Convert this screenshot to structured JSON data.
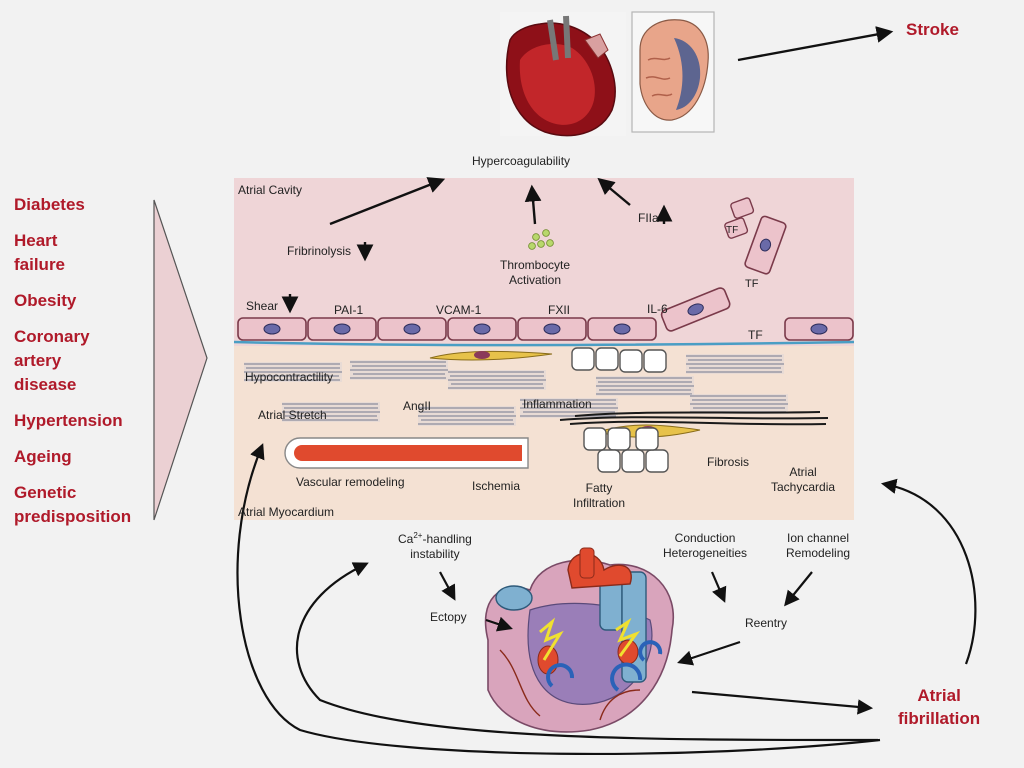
{
  "stroke_label": "Stroke",
  "risk_factors": [
    "Diabetes",
    "Heart\nfailure",
    "Obesity",
    "Coronary\nartery\ndisease",
    "Hypertension",
    "Ageing",
    "Genetic\npredisposition"
  ],
  "cavity": {
    "region_label": "Atrial Cavity",
    "hypercoagulability": "Hypercoagulability",
    "fibrinolysis": "Fribrinolysis",
    "thrombocyte": "Thrombocyte\nActivation",
    "fiia": "FIIa",
    "tf": "TF"
  },
  "endothelium": {
    "shear": "Shear",
    "pai1": "PAI-1",
    "vcam1": "VCAM-1",
    "fxii": "FXII",
    "il6": "IL-6",
    "tf": "TF"
  },
  "myocardium": {
    "region_label": "Atrial Myocardium",
    "hypocontractility": "Hypocontractility",
    "atrial_stretch": "Atrial Stretch",
    "angii": "AngII",
    "inflammation": "Inflammation",
    "vascular_remodeling": "Vascular remodeling",
    "ischemia": "Ischemia",
    "fatty_infiltration": "Fatty\nInfiltration",
    "fibrosis": "Fibrosis",
    "atrial_tachycardia": "Atrial\nTachycardia"
  },
  "mechanisms": {
    "ca_prefix": "Ca",
    "ca_sup": "2+",
    "ca_suffix": "-handling\ninstability",
    "ectopy": "Ectopy",
    "conduction": "Conduction\nHeterogeneities",
    "ion_channel": "Ion channel\nRemodeling",
    "reentry": "Reentry"
  },
  "af_label": "Atrial\nfibrillation",
  "colors": {
    "title_red": "#b01a2a",
    "cavity_pink": "#efd5d7",
    "myocardium_peach": "#f4e1d3",
    "cell_pink": "#ecc3cb",
    "nucleus": "#6a6aa8",
    "vessel_red": "#e04a2e"
  }
}
